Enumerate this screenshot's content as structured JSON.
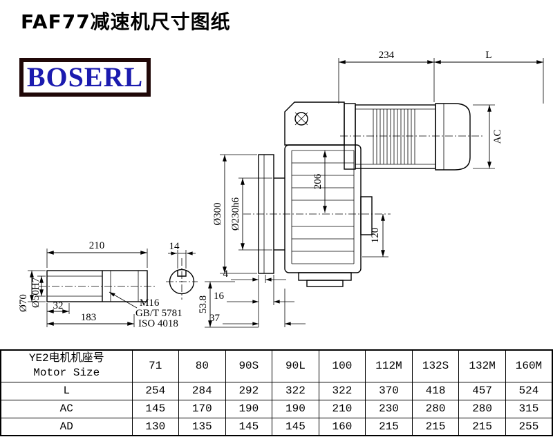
{
  "title": "FAF77减速机尺寸图纸",
  "logo": {
    "text": "BOSERL"
  },
  "drawing": {
    "dims": {
      "d234": "234",
      "dL": "L",
      "dAC": "AC",
      "d206": "206",
      "d300": "Ø300",
      "d230": "Ø230h6",
      "d120": "120",
      "d4": "4",
      "d16": "16",
      "d37": "37",
      "d53_8": "53.8",
      "d210": "210",
      "d14": "14",
      "d70": "Ø70",
      "d50": "Ø50H7",
      "d32": "32",
      "d183": "183",
      "m16": "M16",
      "gb": "GB/T 5781",
      "iso": "ISO 4018"
    }
  },
  "table": {
    "header": {
      "line1": "YE2电机机座号",
      "line2": "Motor Size"
    },
    "columns": [
      "71",
      "80",
      "90S",
      "90L",
      "100",
      "112M",
      "132S",
      "132M",
      "160M"
    ],
    "rows": [
      {
        "label": "L",
        "values": [
          "254",
          "284",
          "292",
          "322",
          "322",
          "370",
          "418",
          "457",
          "524"
        ]
      },
      {
        "label": "AC",
        "values": [
          "145",
          "170",
          "190",
          "190",
          "210",
          "230",
          "280",
          "280",
          "315"
        ]
      },
      {
        "label": "AD",
        "values": [
          "130",
          "135",
          "145",
          "145",
          "160",
          "215",
          "215",
          "215",
          "255"
        ]
      }
    ]
  }
}
